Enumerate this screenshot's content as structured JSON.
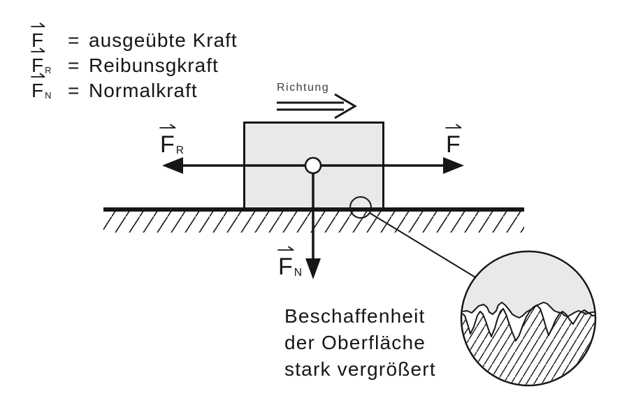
{
  "colors": {
    "ink": "#161616",
    "block_fill": "#e9e9e9",
    "direction_text": "#3d3d3d",
    "background": "#ffffff"
  },
  "legend": {
    "equals": "=",
    "items": [
      {
        "symbol": "F",
        "subscript": "",
        "name": "ausgeübte Kraft"
      },
      {
        "symbol": "F",
        "subscript": "R",
        "name": "Reibunsgkraft"
      },
      {
        "symbol": "F",
        "subscript": "N",
        "name": "Normalkraft"
      }
    ]
  },
  "diagram": {
    "direction_label": "Richtung",
    "forces": {
      "friction": {
        "symbol": "F",
        "subscript": "R"
      },
      "applied": {
        "symbol": "F",
        "subscript": ""
      },
      "normal": {
        "symbol": "F",
        "subscript": "N"
      }
    },
    "caption_lines": [
      "Beschaffenheit",
      "der Oberfläche",
      "stark vergrößert"
    ]
  }
}
